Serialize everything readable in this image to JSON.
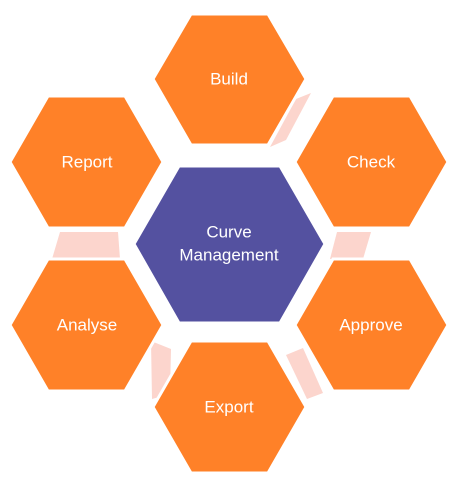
{
  "center": {
    "line1": "Curve",
    "line2": "Management",
    "color": "#5451A0"
  },
  "steps": [
    {
      "id": "build",
      "label": "Build"
    },
    {
      "id": "check",
      "label": "Check"
    },
    {
      "id": "approve",
      "label": "Approve"
    },
    {
      "id": "export",
      "label": "Export"
    },
    {
      "id": "analyse",
      "label": "Analyse"
    },
    {
      "id": "report",
      "label": "Report"
    }
  ],
  "colors": {
    "hexagon": "#FF8128",
    "hexagon_border": "#FFFFFF",
    "connector": "#FCD5CD"
  }
}
